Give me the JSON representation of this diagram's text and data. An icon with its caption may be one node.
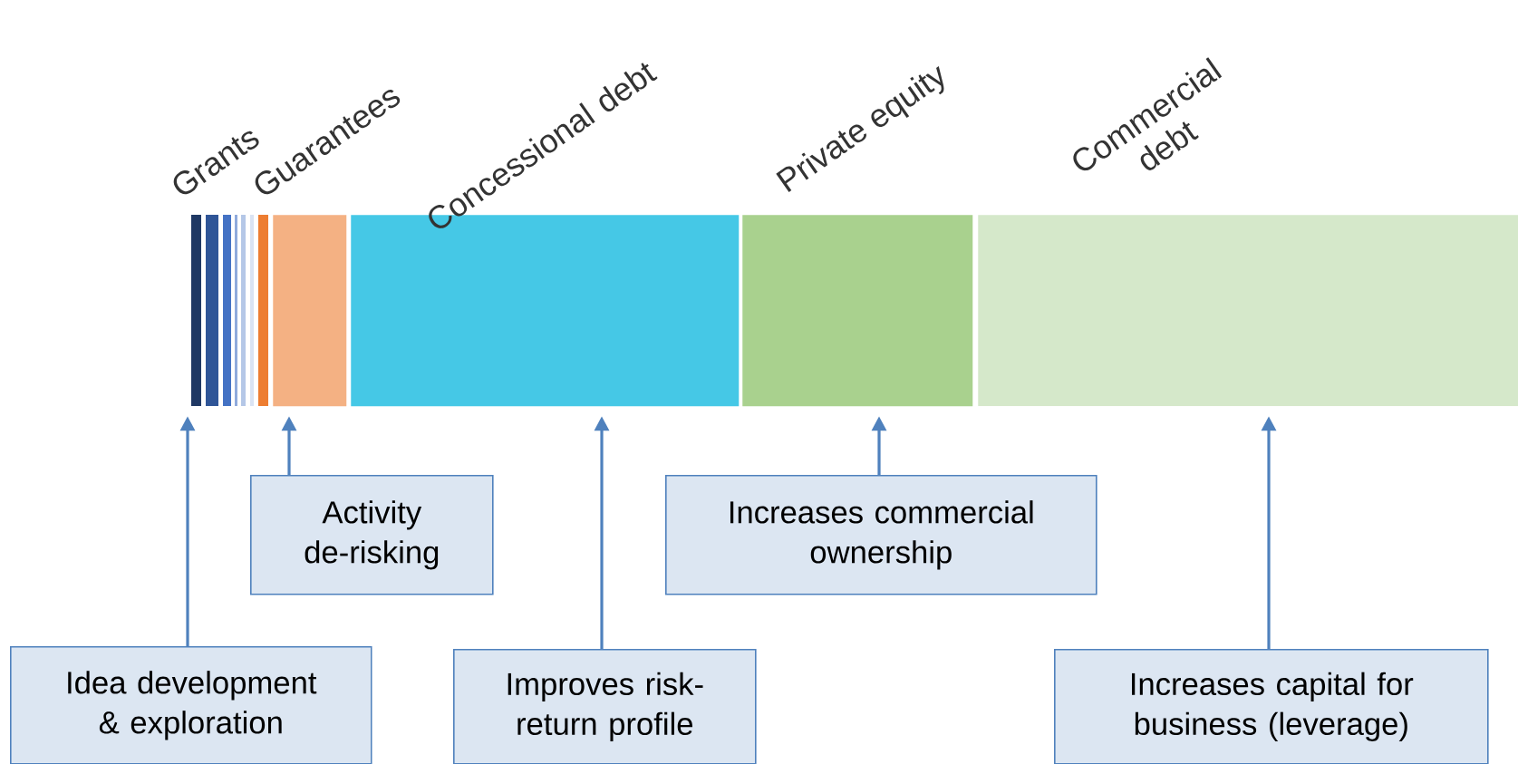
{
  "diagram": {
    "nodes": [
      {
        "text": [
          "Grants"
        ]
      },
      {
        "text": [
          "Guarantees"
        ]
      },
      {
        "text": [
          "Concessional debt"
        ]
      },
      {
        "text": [
          "Private equity"
        ]
      },
      {
        "text": [
          "Commercial debt"
        ]
      },
      {
        "text": [
          "Activity de-risking"
        ]
      },
      {
        "text": [
          "Increases commercial ownership"
        ]
      },
      {
        "text": [
          "Idea development & exploration"
        ]
      },
      {
        "text": [
          "Improves risk-return profile"
        ]
      },
      {
        "text": [
          "Increases capital for business (leverage)"
        ]
      }
    ],
    "edges": [
      {
        "from": 7,
        "to": 0,
        "arrow": "to"
      },
      {
        "from": 5,
        "to": 1,
        "arrow": "to"
      },
      {
        "from": 8,
        "to": 2,
        "arrow": "to"
      },
      {
        "from": 6,
        "to": 3,
        "arrow": "to"
      },
      {
        "from": 9,
        "to": 4,
        "arrow": "to"
      }
    ]
  }
}
